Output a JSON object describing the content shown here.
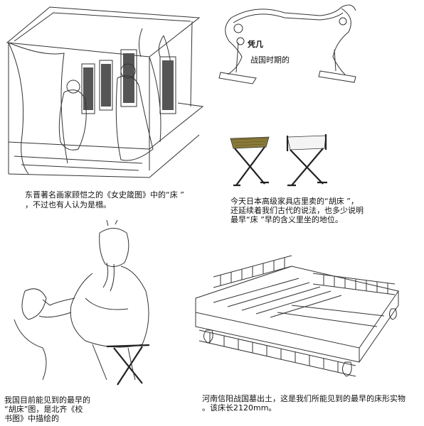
{
  "captions": {
    "top_left": [
      "东晋著名画家顾恺之的《女史箴图》中的“床 ”",
      "，不过也有人认为是榻。"
    ],
    "top_right_label": "凭几",
    "top_right_sub": "战国时期的",
    "middle_right": [
      "今天日本高级家具店里卖的“胡床 ”，",
      "还延续着我们古代的说法，也多少说明",
      "最早“床 ”早的含义里坐的地位。"
    ],
    "bottom_left": [
      "我国目前能见到的最早的",
      "“胡床”图，是北齐《校",
      "书图》中描绘的"
    ],
    "bottom_right": [
      "河南信阳战国墓出土，这是我们所能见到的最早的床形实物",
      "。该床长2120mm。"
    ]
  },
  "colors": {
    "ink": "#333333",
    "seat_fabric": "#8a7a3a",
    "stool_frame": "#1a1a1a",
    "background": "#ffffff"
  }
}
